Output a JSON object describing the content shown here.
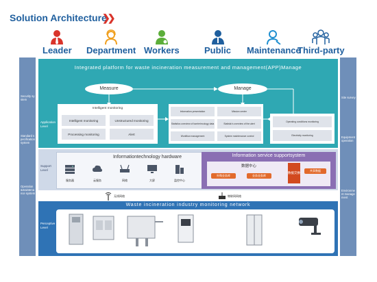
{
  "title": "Solution Architecture",
  "roles": [
    {
      "label": "Leader",
      "icon": "leader-icon",
      "color": "#d9342b"
    },
    {
      "label": "Department",
      "icon": "department-icon",
      "color": "#f0a020"
    },
    {
      "label": "Workers",
      "icon": "workers-icon",
      "color": "#5cae3a"
    },
    {
      "label": "Public",
      "icon": "public-icon",
      "color": "#1f5f9e"
    },
    {
      "label": "Maintenance",
      "icon": "maintenance-icon",
      "color": "#1f8fd0"
    },
    {
      "label": "Third-party",
      "icon": "third-party-icon",
      "color": "#1f5f9e"
    }
  ],
  "left_labels": {
    "security": "Security system",
    "application_level": "Application Level",
    "standard": "Standard specification system",
    "support_level": "Support Level",
    "operation": "Operation &maintenance system",
    "perception_level": "Perceptive Level"
  },
  "right_labels": {
    "site_survey": "Site survey",
    "equipment": "Equipment operation",
    "environment": "Environment management"
  },
  "application": {
    "header": "Integrated platform for waste incineration measurement and management(APP)Manage",
    "measure": "Measure",
    "manage": "Manage",
    "monitoring_title": "Intelligent monitoring",
    "monitoring_cells": [
      "Intelligent monitoring",
      "Unstructured monitoring",
      "Processing monitoring",
      "Alert"
    ],
    "info_cells": [
      "Information presentation",
      "Mission center",
      "Statistics overview of barrier/ecology data",
      "Statistic's overview of the alert",
      "Workflow management",
      "System maintenance control"
    ],
    "right_cells": [
      "Operating conditions monitoring",
      "Electricity monitoring"
    ]
  },
  "support": {
    "it_title": "Informationtechnology hardware",
    "it_items": [
      "服务器",
      "云服务",
      "网络",
      "大屏",
      "监控中心"
    ],
    "service_title": "Information service supportsystem",
    "data_center": "数据中心",
    "pills": [
      "外购业务库",
      "业务业务库",
      "共享数据"
    ],
    "exchange": "数据交换"
  },
  "network": {
    "wireless": "无线网络",
    "internet": "物联网网络"
  },
  "perception": {
    "header": "Waste incineration industry monitoring network"
  }
}
